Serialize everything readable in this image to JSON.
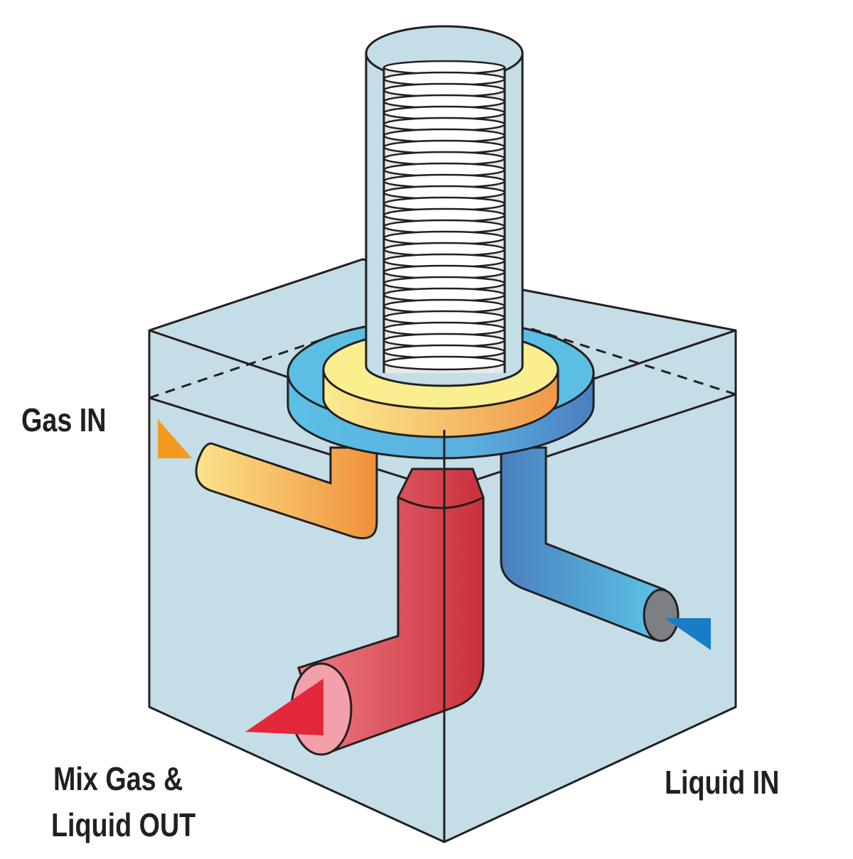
{
  "diagram": {
    "labels": {
      "gas_in": "Gas IN",
      "mix_out_line1": "Mix Gas &",
      "mix_out_line2": "Liquid OUT",
      "liquid_in": "Liquid IN"
    },
    "colors": {
      "box": "#c4dde6",
      "gas": "#f39a3c",
      "liquid": "#1a7cc4",
      "mix": "#e4283c",
      "outline": "#231f20"
    }
  }
}
